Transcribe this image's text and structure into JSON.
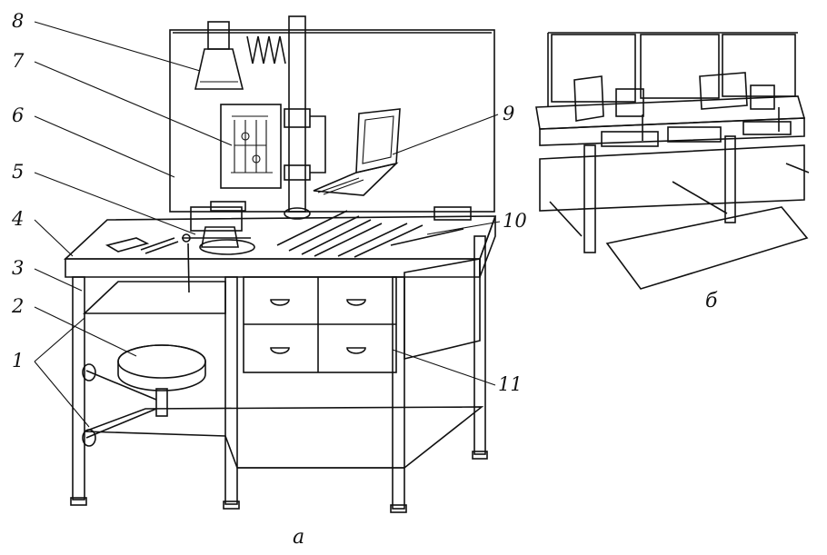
{
  "callouts": [
    {
      "id": "1",
      "text": "1"
    },
    {
      "id": "2",
      "text": "2"
    },
    {
      "id": "3",
      "text": "3"
    },
    {
      "id": "4",
      "text": "4"
    },
    {
      "id": "5",
      "text": "5"
    },
    {
      "id": "6",
      "text": "6"
    },
    {
      "id": "7",
      "text": "7"
    },
    {
      "id": "8",
      "text": "8"
    },
    {
      "id": "9",
      "text": "9"
    },
    {
      "id": "10",
      "text": "10"
    },
    {
      "id": "11",
      "text": "11"
    }
  ],
  "captions": {
    "a": "а",
    "b": "б"
  },
  "colors": {
    "ink": "#111111",
    "paper": "#ffffff"
  }
}
